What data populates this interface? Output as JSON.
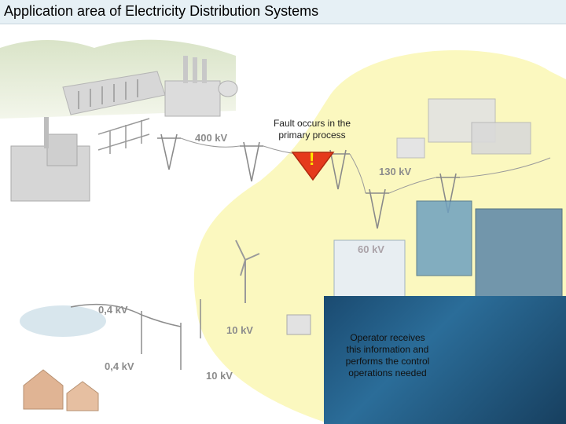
{
  "header": {
    "title": "Application area of Electricity Distribution Systems"
  },
  "voltage_labels": {
    "v400": "400 kV",
    "v130": "130 kV",
    "v60": "60 kV",
    "v10a": "10 kV",
    "v10b": "10 kV",
    "v04a": "0,4 kV",
    "v04b": "0,4 kV"
  },
  "callouts": {
    "fault_line1": "Fault occurs in the",
    "fault_line2": "primary process",
    "fault_symbol": "!",
    "operator_line1": "Operator receives",
    "operator_line2": "this information and",
    "operator_line3": "performs the control",
    "operator_line4": "operations needed"
  },
  "colors": {
    "highlight_area": "#f7f28a",
    "warning_triangle": "#e53a1c",
    "title_bar": "#e6f0f5",
    "screen_blue": "#2b6d99"
  }
}
